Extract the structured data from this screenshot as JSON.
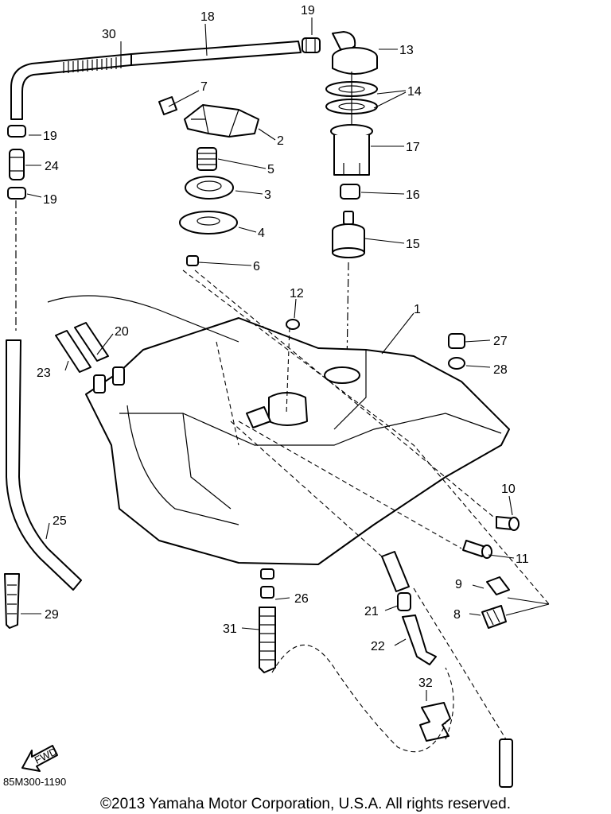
{
  "diagram": {
    "drawing_number": "85M300-1190",
    "fwd_label": "FWD",
    "callouts": {
      "p1": "1",
      "p2": "2",
      "p3": "3",
      "p4": "4",
      "p5": "5",
      "p6": "6",
      "p7": "7",
      "p8": "8",
      "p9": "9",
      "p10": "10",
      "p11": "11",
      "p12": "12",
      "p13": "13",
      "p14": "14",
      "p15": "15",
      "p16": "16",
      "p17": "17",
      "p18": "18",
      "p19a": "19",
      "p19b": "19",
      "p19c": "19",
      "p20": "20",
      "p21": "21",
      "p22": "22",
      "p23": "23",
      "p24": "24",
      "p25": "25",
      "p26": "26",
      "p27": "27",
      "p28": "28",
      "p29": "29",
      "p30": "30",
      "p31": "31",
      "p32": "32"
    }
  },
  "footer": {
    "copyright": "©2013 Yamaha Motor Corporation, U.S.A. All rights reserved."
  }
}
